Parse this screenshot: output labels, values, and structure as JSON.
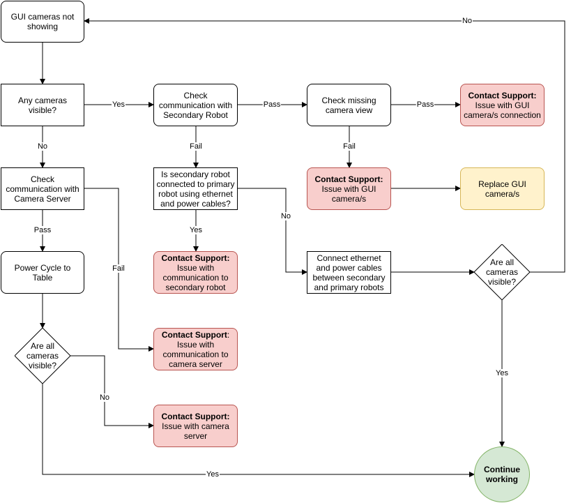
{
  "nodes": {
    "n1": {
      "text": "GUI cameras not showing"
    },
    "n2": {
      "text": "Any cameras visible?"
    },
    "n3": {
      "text": "Check communication with Secondary Robot"
    },
    "n4": {
      "text": "Check missing camera view"
    },
    "n5": {
      "head": "Contact Support:",
      "text": "Issue with GUI camera/s connection"
    },
    "n6": {
      "text": "Check communication with Camera Server"
    },
    "n7": {
      "text": "Is secondary robot connected to primary robot using ethernet and power cables?"
    },
    "n8": {
      "head": "Contact Support:",
      "text": "Issue with GUI camera/s"
    },
    "n9": {
      "text": "Replace GUI camera/s"
    },
    "n10": {
      "text": "Power Cycle to Table"
    },
    "n11": {
      "head": "Contact Support:",
      "text": "Issue with communication to secondary robot"
    },
    "n12": {
      "text": "Connect ethernet and power cables between secondary and primary robots"
    },
    "d1": {
      "text": "Are all cameras visible?"
    },
    "d2": {
      "text": "Are all cameras visible?"
    },
    "n13": {
      "head": "Contact Support",
      "tail": ":",
      "text": "Issue with communication to camera server"
    },
    "n14": {
      "head": "Contact Support:",
      "text": "Issue with camera server"
    },
    "n15": {
      "text": "Continue working"
    }
  },
  "edges": {
    "e1": "Yes",
    "e2": "Pass",
    "e3": "Pass",
    "e4": "No",
    "e5": "Fail",
    "e6": "Fail",
    "e7": "Pass",
    "e8": "Yes",
    "e9": "No",
    "e10": "Fail",
    "e11": "No",
    "e12": "Yes",
    "e13": "No",
    "e14": "Yes"
  },
  "colors": {
    "red_fill": "#f8cecc",
    "red_stroke": "#b85450",
    "yellow_fill": "#fff2cc",
    "yellow_stroke": "#d6b656",
    "green_fill": "#d5e8d4",
    "green_stroke": "#82b366"
  }
}
